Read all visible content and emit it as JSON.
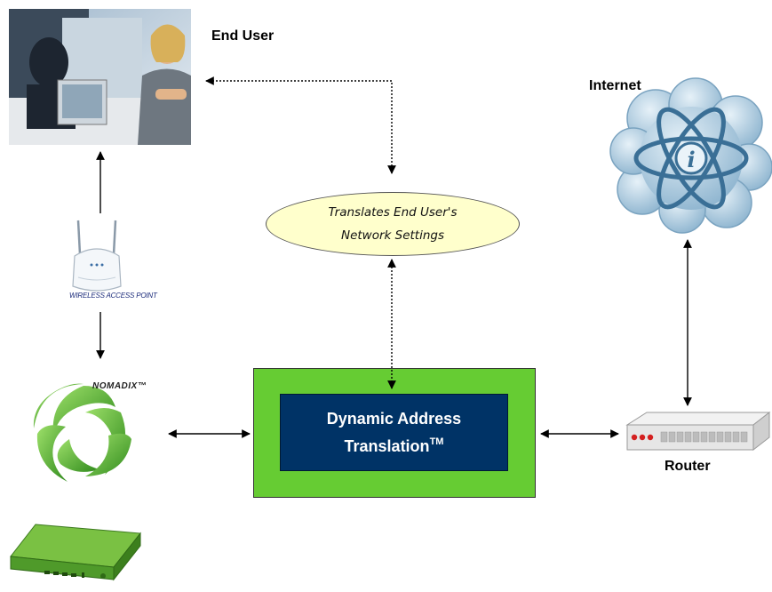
{
  "labels": {
    "end_user": "End User",
    "internet": "Internet",
    "router": "Router",
    "nomadix": "NOMADIX™",
    "wireless_access_point": "WIRELESS ACCESS POINT"
  },
  "ellipse": {
    "line1": "Translates End User's",
    "line2": "Network Settings"
  },
  "center_box": {
    "line1": "Dynamic Address",
    "line2": "Translation",
    "trademark": "TM"
  },
  "colors": {
    "green_box": "#66cc33",
    "blue_box": "#003366",
    "ellipse_fill": "#ffffcc",
    "cloud": "#b8d4e6"
  }
}
